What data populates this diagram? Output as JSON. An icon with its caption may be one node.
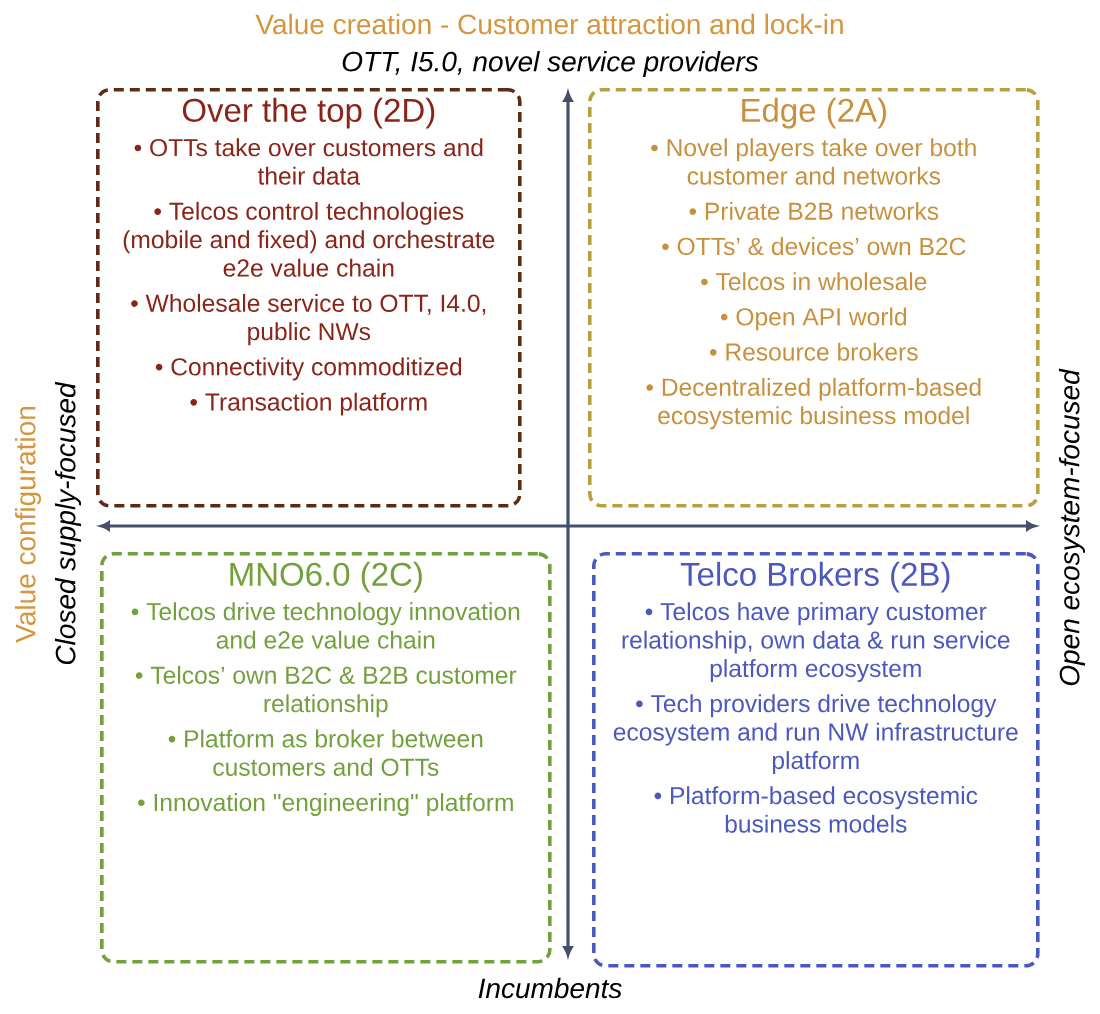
{
  "diagram": {
    "nodes": [
      {
        "text": [
          "Over the top (2D)",
          "• OTTs take over customers and their data",
          "• Telcos control technologies (mobile and fixed) and orchestrate e2e value chain",
          "• Wholesale service to OTT, I4.0, public NWs",
          "• Connectivity commoditized",
          "• Transaction platform"
        ]
      },
      {
        "text": [
          "Edge (2A)",
          "• Novel players take over both customer and networks",
          "• Private B2B networks",
          "• OTTs’ & devices’ own B2C",
          "• Telcos in wholesale",
          "• Open API world",
          "• Resource brokers",
          "• Decentralized platform-based ecosystemic business model"
        ]
      },
      {
        "text": [
          "MNO6.0 (2C)",
          "• Telcos drive technology innovation and e2e value chain",
          "• Telcos’ own B2C & B2B customer relationship",
          "• Platform as broker between customers and OTTs",
          "• Innovation \"engineering\" platform"
        ]
      },
      {
        "text": [
          "Telco Brokers (2B)",
          "• Telcos have primary customer relationship, own data & run service platform ecosystem",
          "• Tech providers drive technology ecosystem and run NW infrastructure platform",
          "• Platform-based ecosystemic business models"
        ]
      }
    ],
    "labels": [
      "Value creation - Customer attraction and lock-in",
      "OTT, I5.0, novel service providers",
      "Value configuration",
      "Closed supply-focused",
      "Open ecosystem-focused",
      "Incumbents"
    ]
  }
}
